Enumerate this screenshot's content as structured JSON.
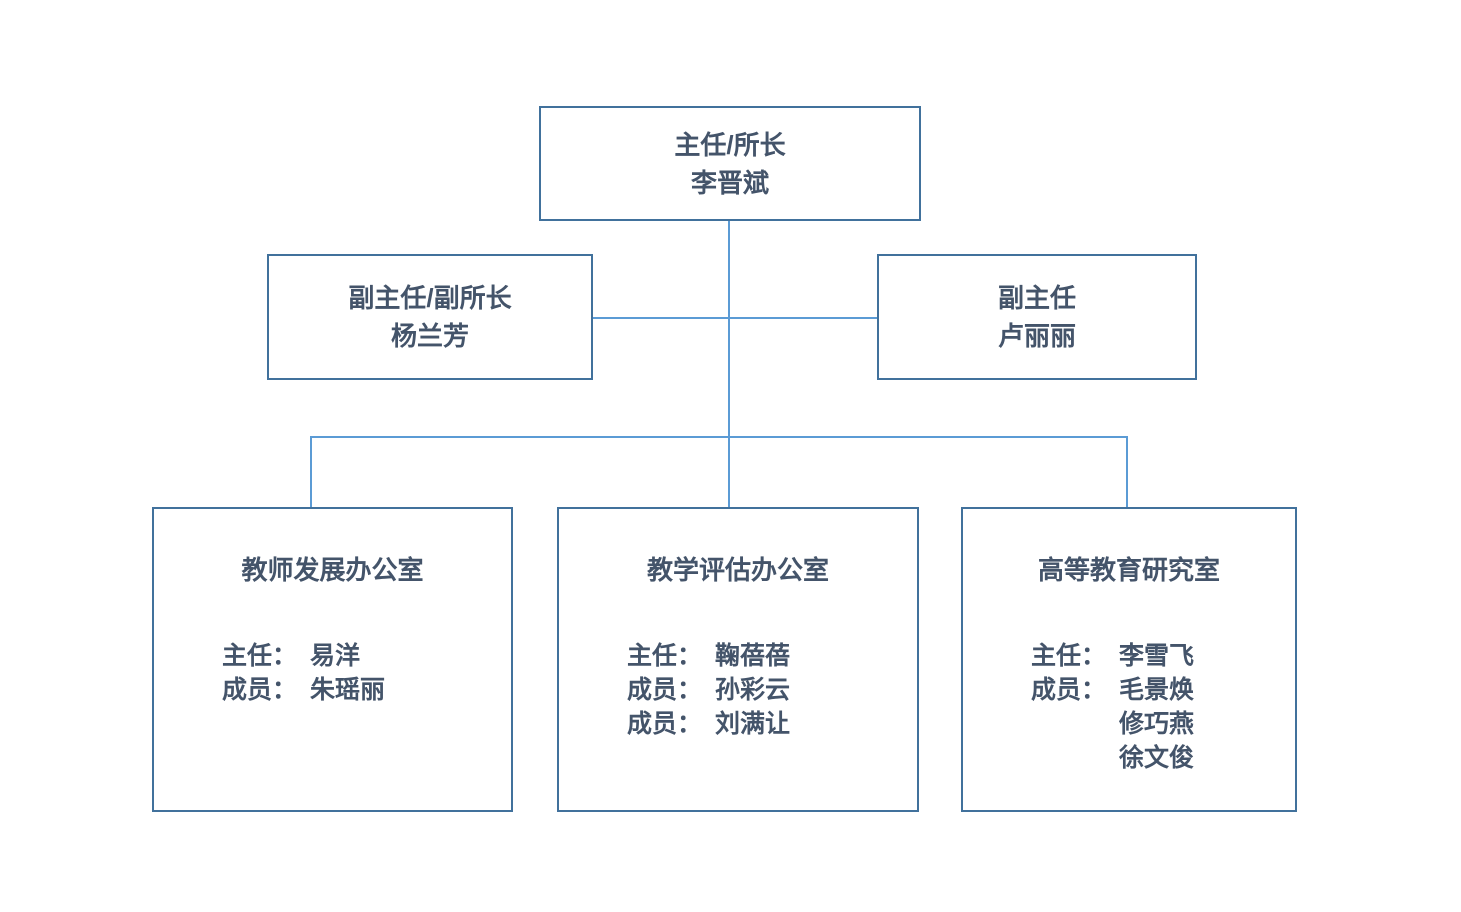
{
  "colors": {
    "box_border": "#41719C",
    "connector_line": "#5B9BD5",
    "text": "#44546A",
    "background": "#FFFFFF"
  },
  "director": {
    "title": "主任/所长",
    "name": "李晋斌"
  },
  "deputy_left": {
    "title": "副主任/副所长",
    "name": "杨兰芳"
  },
  "deputy_right": {
    "title": "副主任",
    "name": "卢丽丽"
  },
  "departments": [
    {
      "title": "教师发展办公室",
      "members": [
        {
          "label": "主任：",
          "name": "易洋"
        },
        {
          "label": "成员：",
          "name": "朱瑶丽"
        }
      ]
    },
    {
      "title": "教学评估办公室",
      "members": [
        {
          "label": "主任：",
          "name": "鞠蓓蓓"
        },
        {
          "label": "成员：",
          "name": "孙彩云"
        },
        {
          "label": "成员：",
          "name": "刘满让"
        }
      ]
    },
    {
      "title": "高等教育研究室",
      "members": [
        {
          "label": "主任：",
          "name": "李雪飞"
        },
        {
          "label": "成员：",
          "name": "毛景焕"
        },
        {
          "label": "",
          "name": "修巧燕"
        },
        {
          "label": "",
          "name": "徐文俊"
        }
      ]
    }
  ]
}
